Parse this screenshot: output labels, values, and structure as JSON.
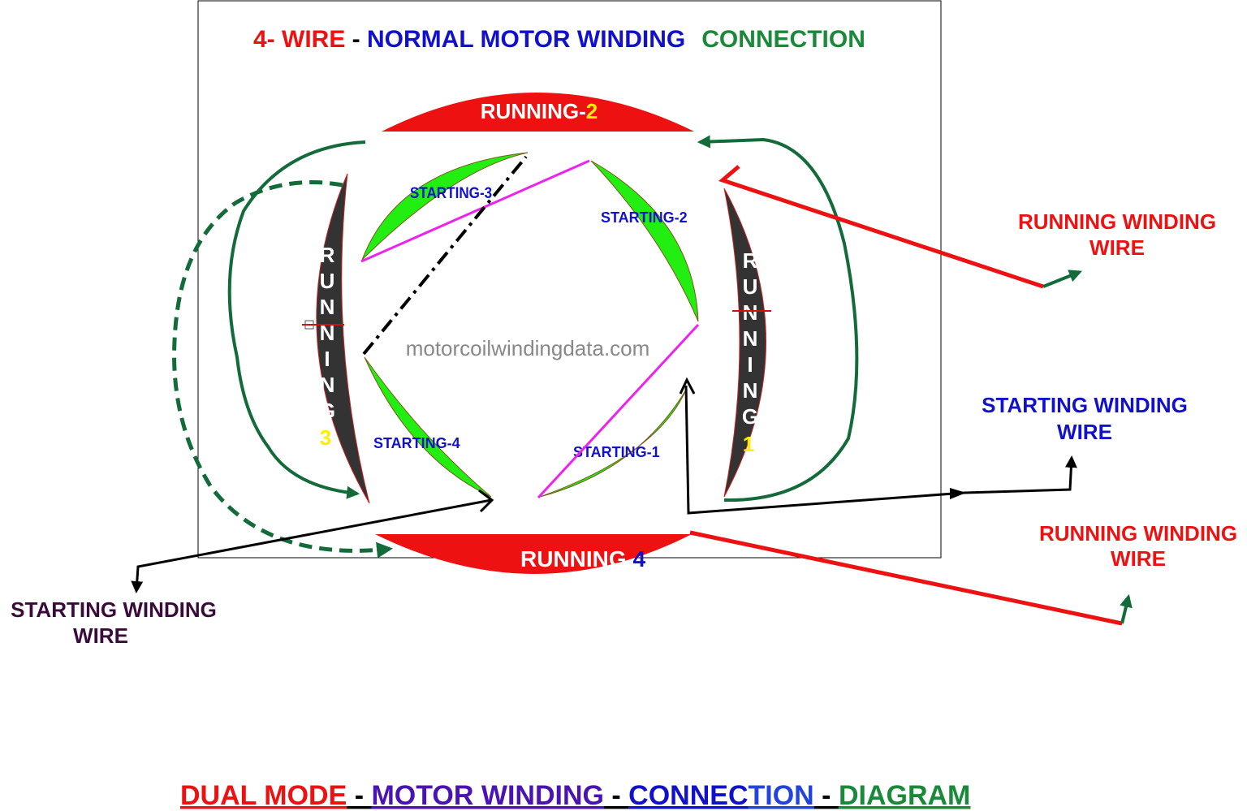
{
  "title": {
    "part1": "4- WIRE",
    "sep": " - ",
    "part2": "NORMAL MOTOR WINDING",
    "part3": "CONNECTION"
  },
  "running": {
    "r2_text": "RUNNING-",
    "r2_num": "2",
    "r4_text": "RUNNING ",
    "r4_num": "4",
    "r3_letters": [
      "R",
      "U",
      "N",
      "N",
      "I",
      "N",
      "G"
    ],
    "r3_num": "3",
    "r1_letters": [
      "R",
      "U",
      "N",
      "N",
      "I",
      "N",
      "G"
    ],
    "r1_num": "1"
  },
  "starting": {
    "s1": "STARTING-1",
    "s2": "STARTING-2",
    "s3": "STARTING-3",
    "s4": "STARTING-4"
  },
  "watermark": "motorcoilwindingdata.com",
  "wire_labels": {
    "running_top": [
      "RUNNING WINDING",
      "WIRE"
    ],
    "starting_right": [
      "STARTING WINDING",
      "WIRE"
    ],
    "running_bottom": [
      "RUNNING WINDING",
      "WIRE"
    ],
    "starting_left": [
      "STARTING WINDING",
      "WIRE"
    ]
  },
  "footer": {
    "part1": "DUAL MODE",
    "sep1": " - ",
    "part2": "MOTOR WINDING",
    "sep2": " - ",
    "part3a": "CONNEC",
    "part3b": "TION",
    "sep3": " - ",
    "part4": "DIAGRAM"
  },
  "colors": {
    "red": "#ee1111",
    "blue": "#1111cc",
    "green": "#1a8a3a",
    "dark_green": "#136b3a",
    "running_coil": "#333333",
    "starting_coil": "#22ee11",
    "magenta": "#ee22ee",
    "yellow": "#ffee00",
    "purple": "#3a0a3a"
  }
}
